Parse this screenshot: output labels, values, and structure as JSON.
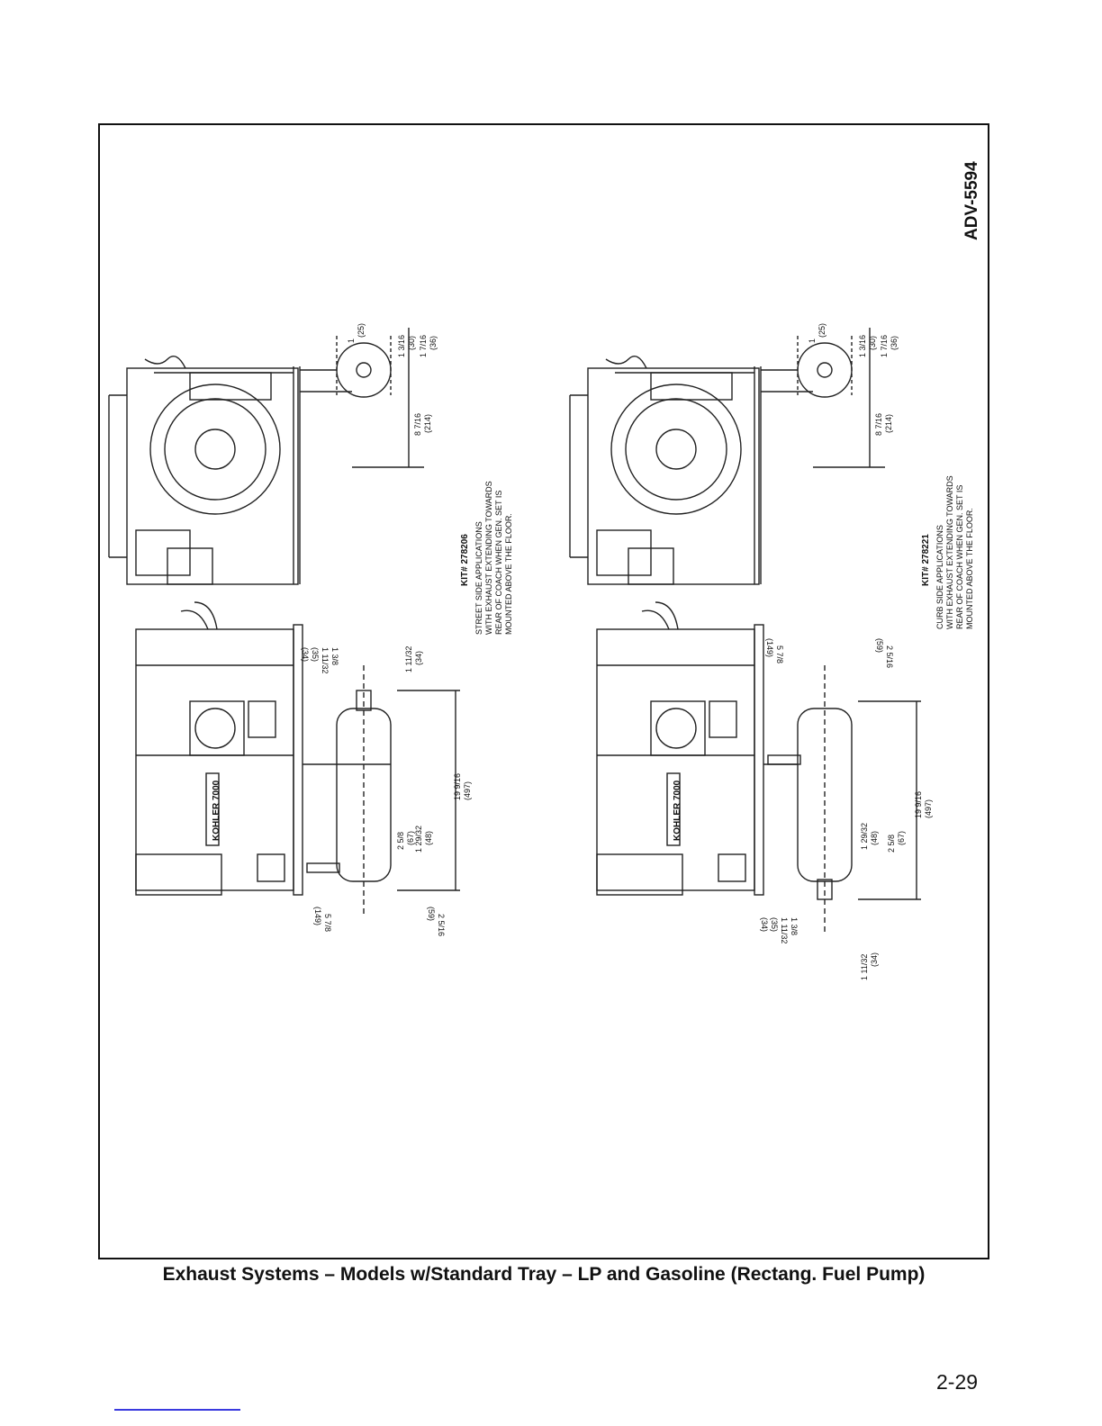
{
  "drawing_number": "ADV-5594",
  "caption": "Exhaust Systems – Models w/Standard Tray – LP and Gasoline (Rectang. Fuel Pump)",
  "page_number": "2-29",
  "left_panel": {
    "kit": "KIT# 278206",
    "note_lines": [
      "STREET SIDE APPLICATIONS",
      "WITH EXHAUST EXTENDING TOWARDS",
      "REAR OF COACH WHEN GEN. SET IS",
      "MOUNTED ABOVE THE FLOOR."
    ],
    "nameplate": "KOHLER 7000",
    "dims": {
      "d25": "1",
      "d25m": "(25)",
      "d30": "1 3/16",
      "d30m": "(30)",
      "d36": "1 7/16",
      "d36m": "(36)",
      "d214": "8 7/16",
      "d214m": "(214)",
      "d497": "19 9/16",
      "d497m": "(497)",
      "d67": "2 5/8",
      "d67m": "(67)",
      "d48": "1 29/32",
      "d48m": "(48)",
      "d34": "1 11/32",
      "d34m": "(34)",
      "d35": "1 3/8",
      "d35m": "1 11/32",
      "d35mm": "(35)",
      "d34b": "(34)",
      "d149": "5 7/8",
      "d149m": "(149)",
      "d59": "2 5/16",
      "d59m": "(59)"
    }
  },
  "right_panel": {
    "kit": "KIT# 278221",
    "note_lines": [
      "CURB SIDE APPLICATIONS",
      "WITH EXHAUST EXTENDING TOWARDS",
      "REAR OF COACH WHEN GEN. SET IS",
      "MOUNTED ABOVE THE FLOOR."
    ],
    "nameplate": "KOHLER 7000",
    "dims": {
      "d25": "1",
      "d25m": "(25)",
      "d30": "1 3/16",
      "d30m": "(30)",
      "d36": "1 7/16",
      "d36m": "(36)",
      "d214": "8 7/16",
      "d214m": "(214)",
      "d497": "19 9/16",
      "d497m": "(497)",
      "d67": "2 5/8",
      "d67m": "(67)",
      "d48": "1 29/32",
      "d48m": "(48)",
      "d34": "1 11/32",
      "d34m": "(34)",
      "d35": "1 3/8",
      "d35m": "1 11/32",
      "d35mm": "(35)",
      "d34b": "(34)",
      "d149": "5 7/8",
      "d149m": "(149)",
      "d59": "2 5/16",
      "d59m": "(59)"
    }
  }
}
